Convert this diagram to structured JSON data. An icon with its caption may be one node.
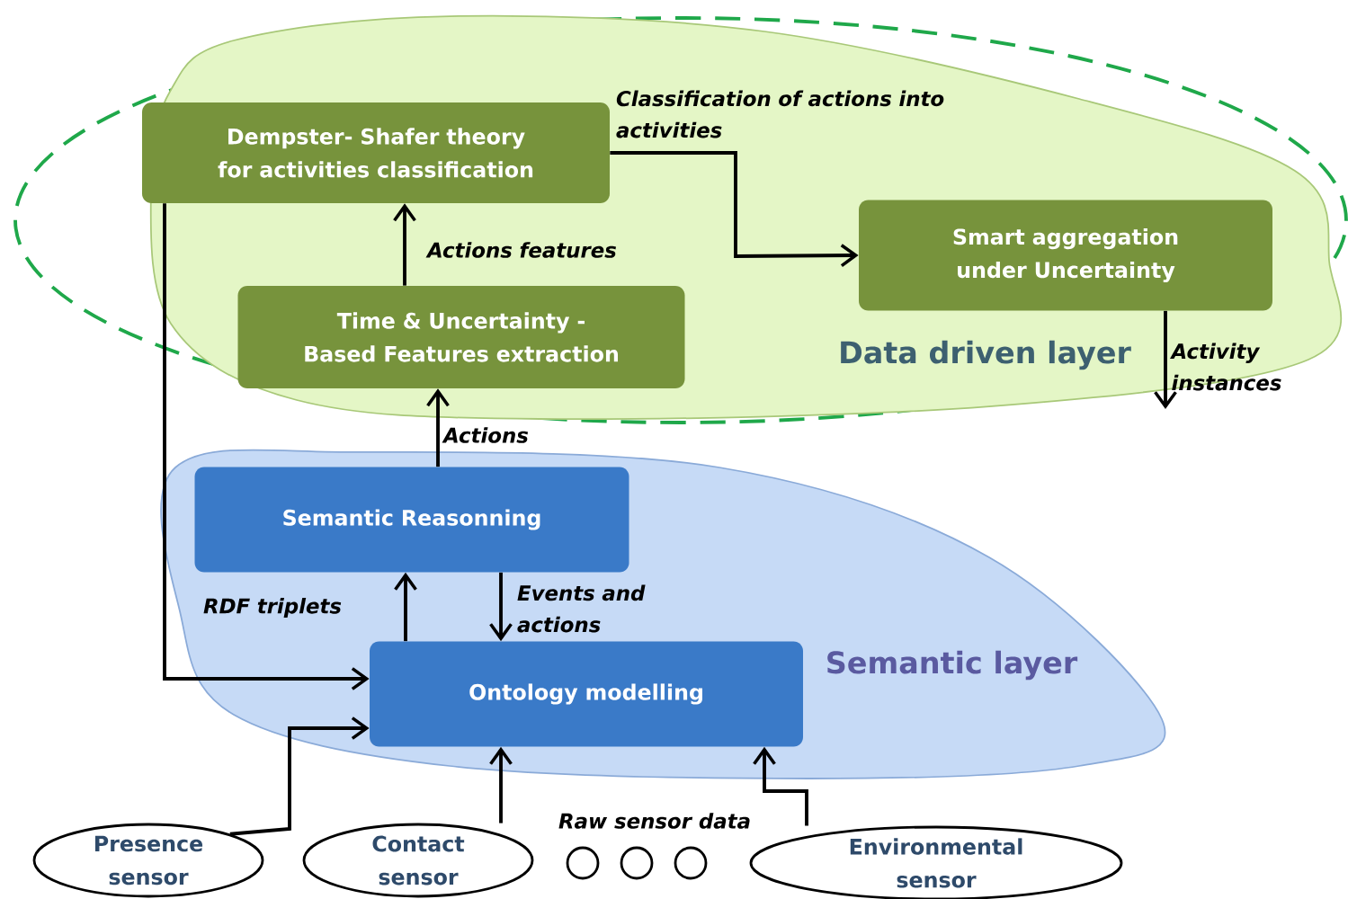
{
  "diagram": {
    "nodes": [
      {
        "text": [
          "Data driven layer"
        ]
      },
      {
        "text": [
          "Dempster- Shafer theory for activities classification"
        ],
        "in": 0
      },
      {
        "text": [
          "Smart aggregation under Uncertainty"
        ],
        "in": 0
      },
      {
        "text": [
          "Time & Uncertainty -Based Features extraction"
        ],
        "in": 0
      },
      {
        "text": [
          "Semantic layer"
        ]
      },
      {
        "text": [
          "Semantic Reasonning"
        ],
        "in": 4
      },
      {
        "text": [
          "Ontology modelling"
        ],
        "in": 4
      },
      {
        "text": [
          "Presence sensor"
        ]
      },
      {
        "text": [
          "Contact sensor"
        ]
      },
      {
        "text": [],
        "shape": "circle"
      },
      {
        "text": [],
        "shape": "circle"
      },
      {
        "text": [],
        "shape": "circle"
      },
      {
        "text": [
          "Environmental sensor"
        ]
      }
    ],
    "edges": [
      {
        "from": 1,
        "to": 2,
        "arrow": "to",
        "label": "Classification of actions into activities"
      },
      {
        "from": 3,
        "to": 1,
        "arrow": "to",
        "label": "Actions features"
      },
      {
        "from": 5,
        "to": 3,
        "arrow": "to",
        "label": "Actions"
      },
      {
        "from": 6,
        "to": 5,
        "arrow": "to",
        "label": "RDF triplets"
      },
      {
        "from": 5,
        "to": 6,
        "arrow": "to",
        "label": "Events and actions"
      },
      {
        "from": 1,
        "to": 6,
        "arrow": "to"
      },
      {
        "from": 7,
        "to": 6,
        "arrow": "to"
      },
      {
        "from": 8,
        "to": 6,
        "arrow": "to"
      },
      {
        "from": 12,
        "to": 6,
        "arrow": "to"
      },
      {
        "from": 2,
        "to": null,
        "arrow": "to",
        "label": "Activity instances"
      }
    ],
    "labels": [
      "Raw sensor data"
    ]
  }
}
